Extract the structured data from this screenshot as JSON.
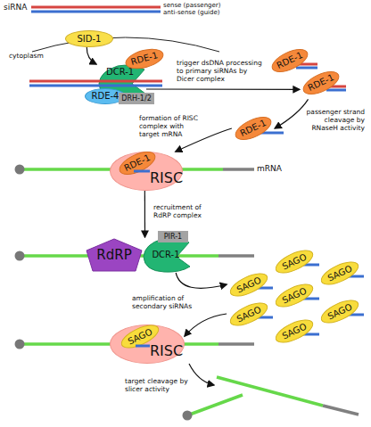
{
  "diagram": {
    "nodes": [
      {
        "text": [
          "SID-1"
        ]
      },
      {
        "text": [
          "RDE-1"
        ]
      },
      {
        "text": [
          "DCR-1"
        ]
      },
      {
        "text": [
          "RDE-4"
        ]
      },
      {
        "text": [
          "DRH-1/2"
        ]
      },
      {
        "text": [
          "RDE-1"
        ]
      },
      {
        "text": [
          "RDE-1"
        ]
      },
      {
        "text": [
          "RDE-1"
        ]
      },
      {
        "text": [
          "RISC"
        ]
      },
      {
        "text": [
          "RDE-1"
        ],
        "in": 8
      },
      {
        "text": [
          "RdRP"
        ]
      },
      {
        "text": [
          "DCR-1"
        ]
      },
      {
        "text": [
          "PIR-1"
        ]
      },
      {
        "text": [
          "SAGO"
        ]
      },
      {
        "text": [
          "SAGO"
        ]
      },
      {
        "text": [
          "SAGO"
        ]
      },
      {
        "text": [
          "SAGO"
        ]
      },
      {
        "text": [
          "SAGO"
        ]
      },
      {
        "text": [
          "SAGO"
        ]
      },
      {
        "text": [
          "SAGO"
        ]
      },
      {
        "text": [
          "RISC"
        ]
      },
      {
        "text": [
          "SAGO"
        ],
        "in": 20
      }
    ],
    "edges": [
      {
        "from": 0,
        "to": 2,
        "arrow": "to"
      },
      {
        "from": 2,
        "to": 6,
        "arrow": "to",
        "label": "trigger dsDNA processing to primary siRNAs by Dicer complex"
      },
      {
        "from": 6,
        "to": 7,
        "arrow": "to",
        "label": "passenger strand cleavage by RNaseH activity"
      },
      {
        "from": 7,
        "to": 8,
        "arrow": "to",
        "label": "formation of RISC complex with target mRNA"
      },
      {
        "from": 8,
        "to": 11,
        "arrow": "to",
        "label": "recruitment of RdRP complex"
      },
      {
        "from": 11,
        "to": 15,
        "arrow": "to",
        "label": "amplification of secondary siRNAs"
      },
      {
        "from": 18,
        "to": 20,
        "arrow": "to"
      }
    ],
    "labels": [
      "siRNA",
      "sense (passenger)",
      "anti-sense (guide)",
      "cytoplasm",
      "mRNA",
      "target cleavage by slicer activity"
    ]
  }
}
